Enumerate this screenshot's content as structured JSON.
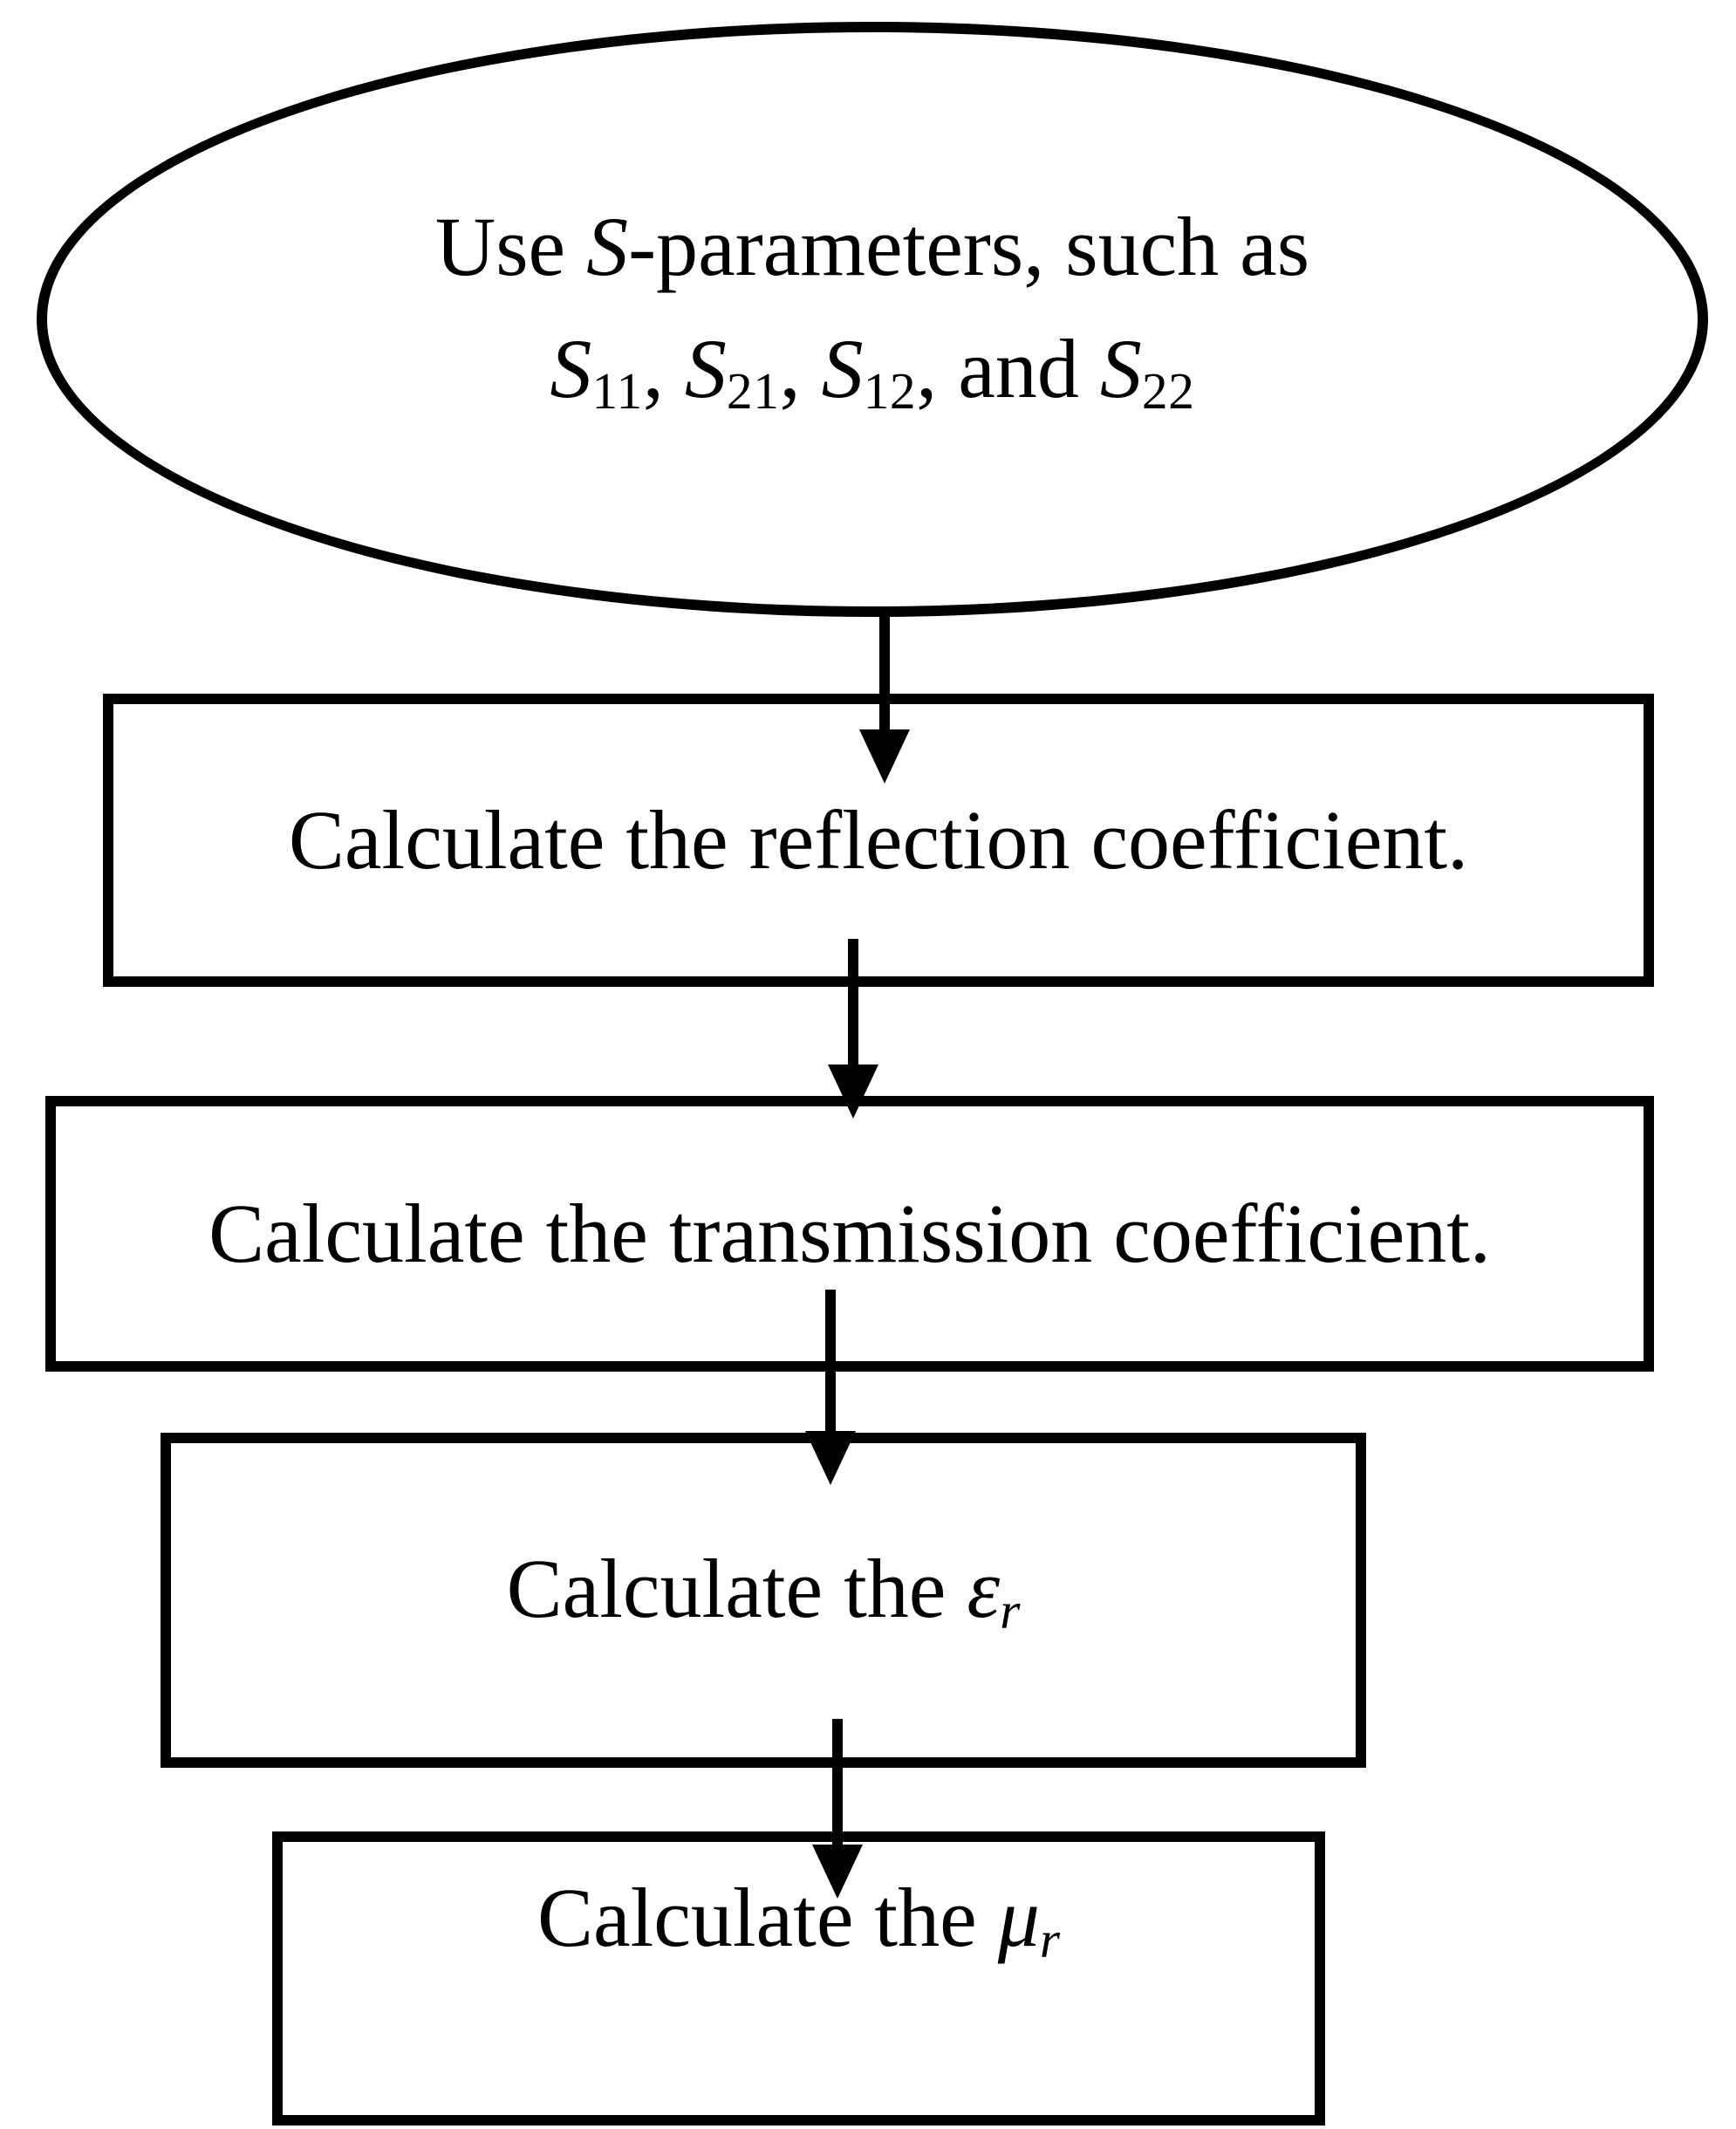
{
  "diagram": {
    "type": "flowchart",
    "background_color": "#ffffff",
    "stroke_color": "#000000"
  },
  "ellipse": {
    "line1_pre": "Use ",
    "line1_italic": "S",
    "line1_post": "-parameters, such as",
    "sp1_base": "S",
    "sp1_sub": "11",
    "sp1_sep": ", ",
    "sp2_base": "S",
    "sp2_sub": "21",
    "sp2_sep": ", ",
    "sp3_base": "S",
    "sp3_sub": "12",
    "sp3_sep": ", and ",
    "sp4_base": "S",
    "sp4_sub": "22"
  },
  "box1": {
    "label": "Calculate the reflection coefficient."
  },
  "box2": {
    "label": "Calculate the transmission coefficient."
  },
  "box3": {
    "pre": "Calculate the ",
    "symbol": "ε",
    "sub": "r"
  },
  "box4": {
    "pre": "Calculate the ",
    "symbol": "μ",
    "sub": "r"
  }
}
